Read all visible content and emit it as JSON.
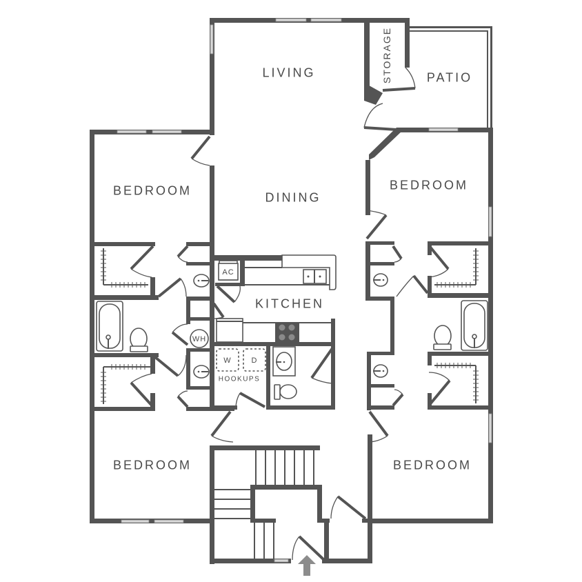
{
  "floor_plan": {
    "rooms": {
      "living": "LIVING",
      "storage": "STORAGE",
      "patio": "PATIO",
      "dining": "DINING",
      "kitchen": "KITCHEN",
      "bedroom_top_left": "BEDROOM",
      "bedroom_top_right": "BEDROOM",
      "bedroom_bottom_left": "BEDROOM",
      "bedroom_bottom_right": "BEDROOM"
    },
    "fixtures": {
      "ac": "AC",
      "water_heater": "WH",
      "washer": "W",
      "dryer": "D",
      "hookups": "HOOKUPS"
    },
    "entry": "entry-arrow",
    "colors": {
      "wall": "#545454",
      "window": "#d8d8d8",
      "entry_arrow": "#8c8c8c",
      "label": "#4a4a4a"
    }
  }
}
